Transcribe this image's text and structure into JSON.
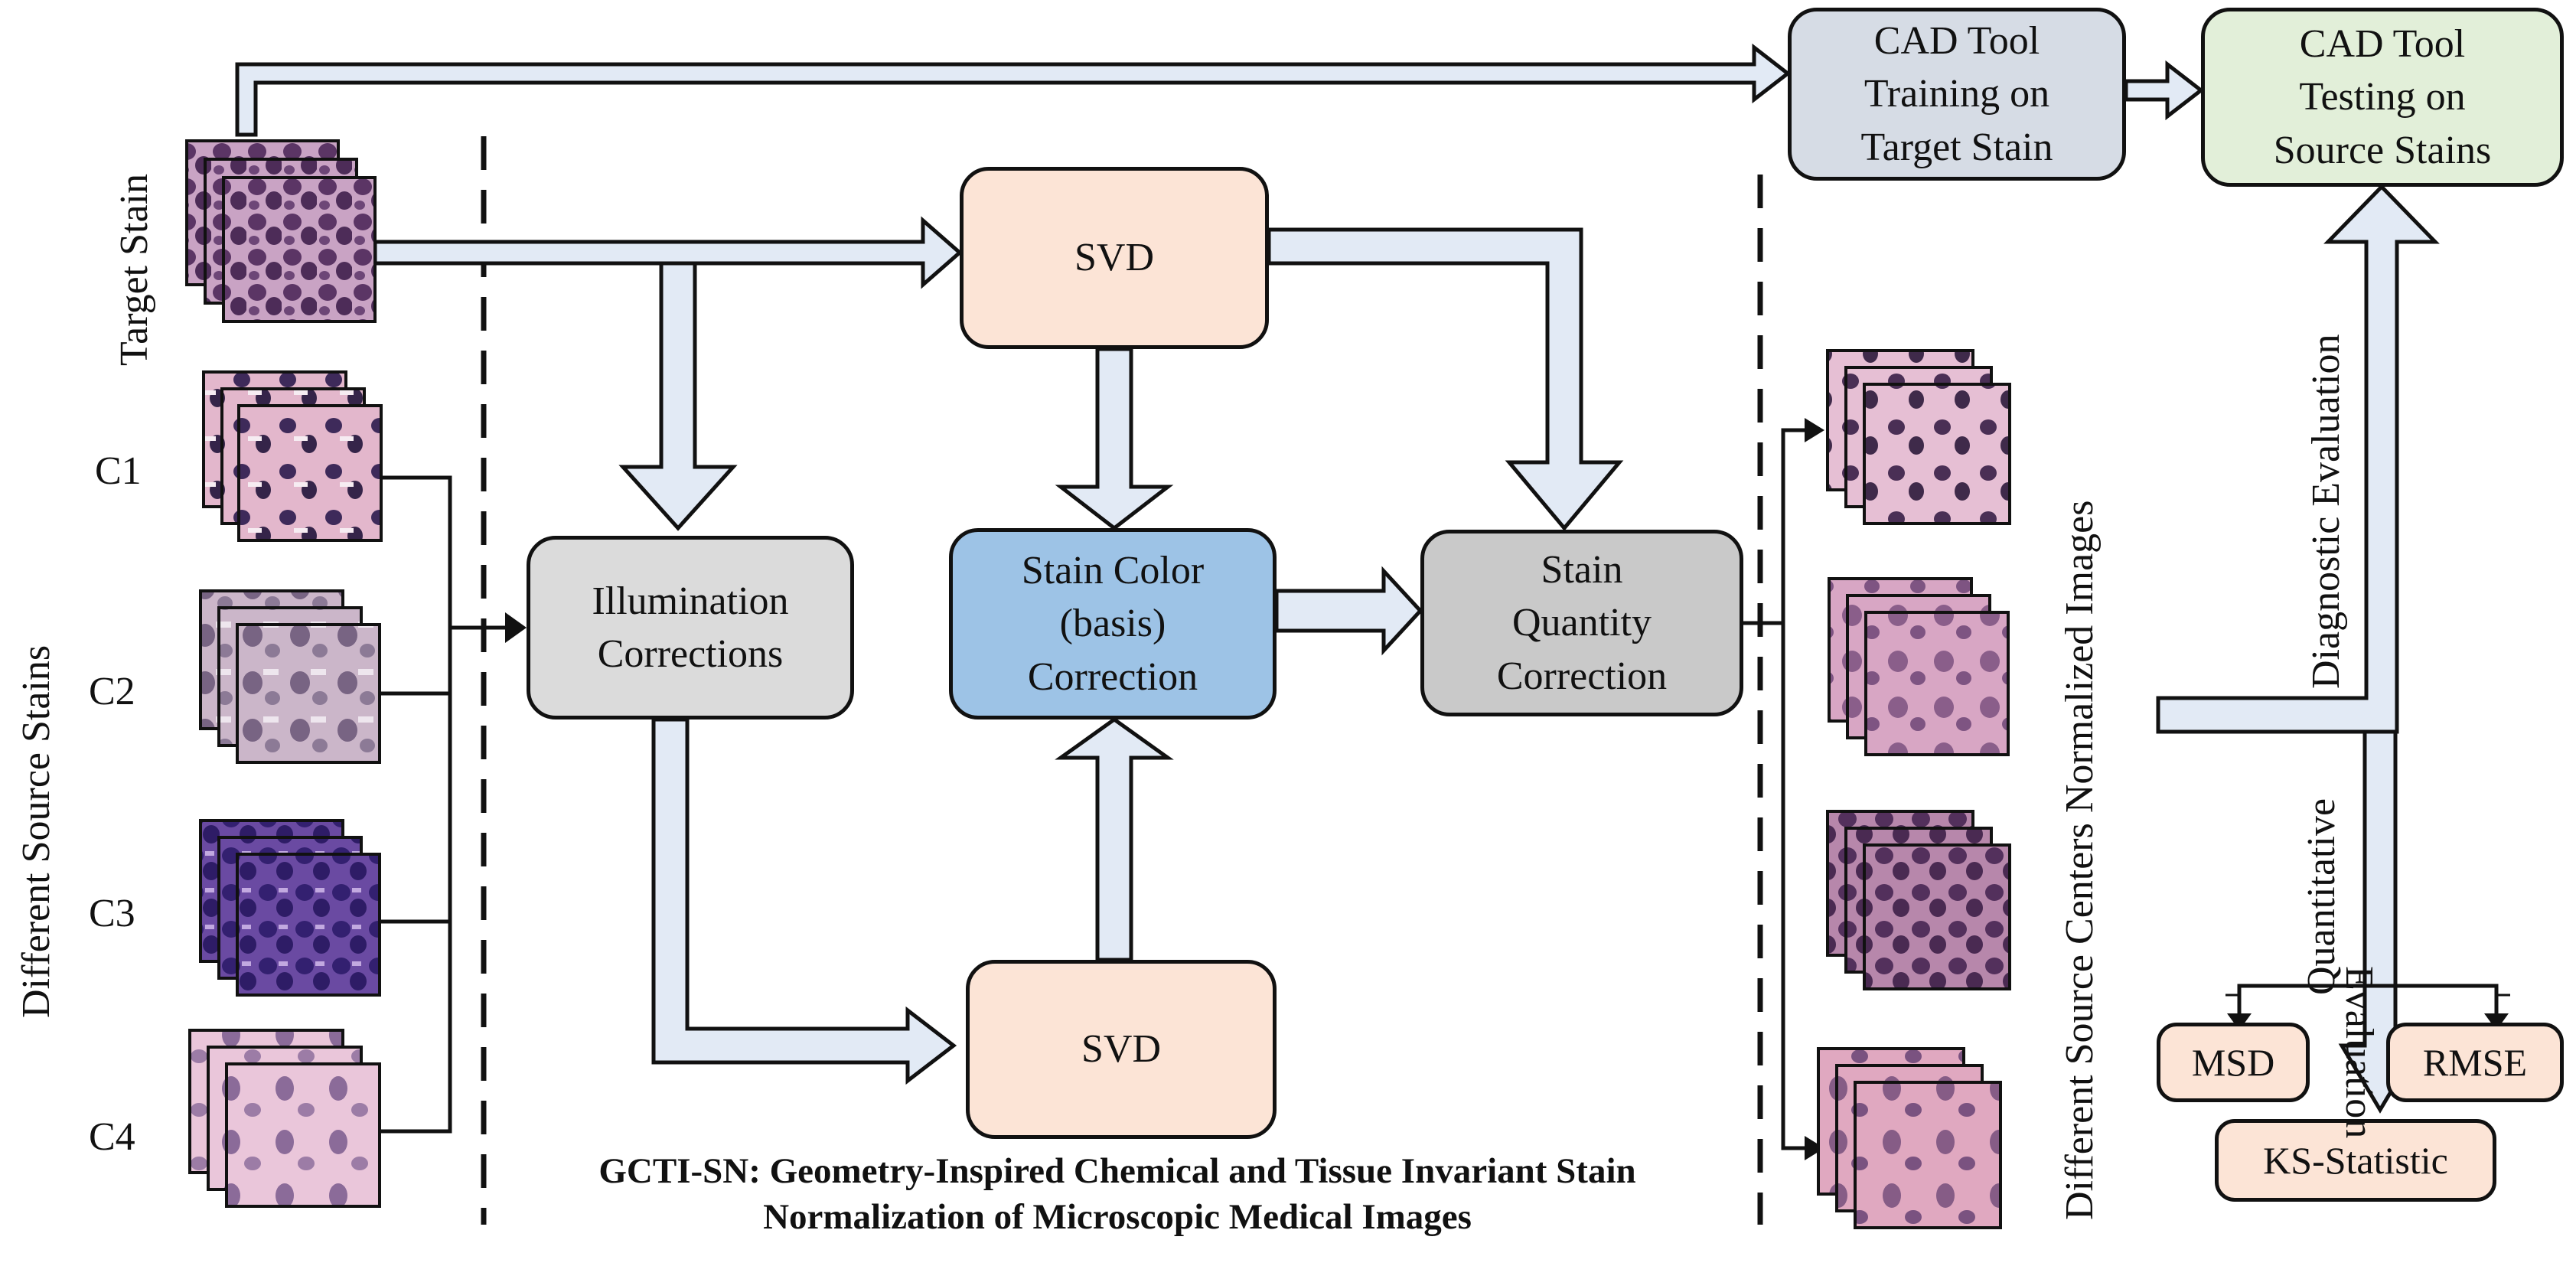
{
  "colors": {
    "arrow_fill": "#e2eaf5",
    "stroke": "#111111",
    "svd_fill": "#fce4d6",
    "illumination_fill": "#dbdbdb",
    "stain_color_fill": "#9dc3e6",
    "stain_quantity_fill": "#c9c9c9",
    "cad_training_fill": "#d6dce5",
    "cad_testing_fill": "#e2efd9",
    "metric_fill": "#fce4d6"
  },
  "labels": {
    "target_stain": "Target Stain",
    "different_source_stains": "Different Source Stains",
    "c1": "C1",
    "c2": "C2",
    "c3": "C3",
    "c4": "C4",
    "normalized_images": "Different Source Centers Normalized Images",
    "diagnostic_evaluation": "Diagnostic Evaluation",
    "quantitative_evaluation_line1": "Quantitative",
    "quantitative_evaluation_line2": "Evaluation"
  },
  "boxes": {
    "svd_top": "SVD",
    "svd_bottom": "SVD",
    "illumination": "Illumination\nCorrections",
    "stain_color": "Stain Color\n(basis)\nCorrection",
    "stain_quantity": "Stain\nQuantity\nCorrection",
    "cad_training": "CAD Tool\nTraining on\nTarget Stain",
    "cad_testing": "CAD Tool\nTesting on\nSource Stains",
    "msd": "MSD",
    "rmse": "RMSE",
    "ks": "KS-Statistic"
  },
  "caption": {
    "line1": "GCTI-SN: Geometry-Inspired Chemical and Tissue Invariant Stain",
    "line2": "Normalization of Microscopic Medical Images"
  }
}
